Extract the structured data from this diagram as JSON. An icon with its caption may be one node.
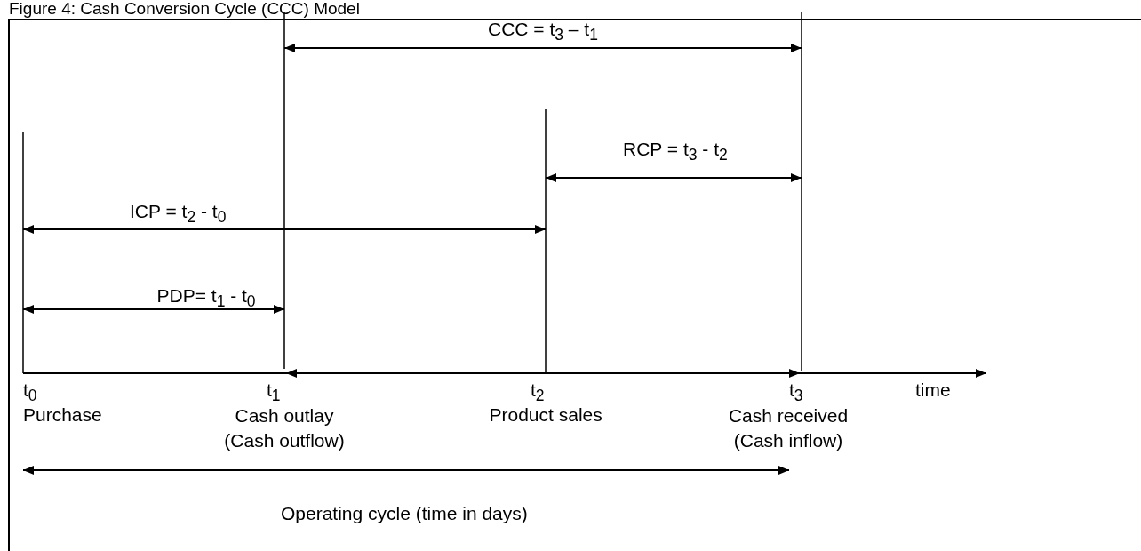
{
  "diagram": {
    "title": "Figure 4: Cash Conversion Cycle (CCC) Model",
    "labels": [
      "CCC = t$_{3}$ – t$_{1}$",
      "RCP = t$_{3}$ - t$_{2}$",
      "ICP = t$_{2}$ - t$_{0}$",
      "PDP= t$_{1}$ - t$_{0}$",
      "t$_{0}$",
      "t$_{1}$",
      "t$_{2}$",
      "t$_{3}$",
      "time",
      "Purchase",
      "Cash outlay (Cash outflow)",
      "Product sales",
      "Cash received (Cash inflow)",
      "Operating cycle (time in days)"
    ]
  }
}
